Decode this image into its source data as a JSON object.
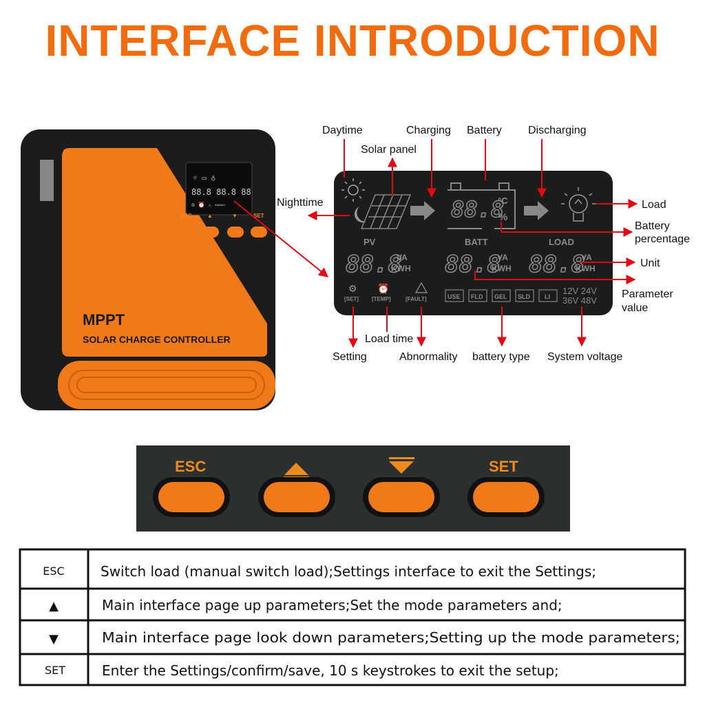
{
  "title": "INTERFACE INTRODUCTION",
  "device": {
    "brand": "MPPT",
    "subtitle": "SOLAR CHARGE CONTROLLER",
    "buttons": [
      "ESC",
      "▲",
      "▼",
      "SET"
    ]
  },
  "lcd": {
    "digits": "88.8",
    "celsius": "°C",
    "percent": "%",
    "sections": [
      "PV",
      "BATT",
      "LOAD"
    ],
    "unit_va": "VA",
    "unit_kwh": "KWH",
    "indicators": [
      "[SET]",
      "[TEMP]",
      "[FAULT]"
    ],
    "battery_types": [
      "USE",
      "FLD",
      "GEL",
      "SLD",
      "LI"
    ],
    "voltages": [
      "12V 24V",
      "36V 48V"
    ]
  },
  "labels": {
    "daytime": "Daytime",
    "solar_panel": "Solar panel",
    "charging": "Charging",
    "battery": "Battery",
    "discharging": "Discharging",
    "nighttime": "Nighttime",
    "load": "Load",
    "battery_percentage_1": "Battery",
    "battery_percentage_2": "percentage",
    "unit": "Unit",
    "parameter_value_1": "Parameter",
    "parameter_value_2": "value",
    "load_time": "Load time",
    "setting": "Setting",
    "abnormality": "Abnormality",
    "battery_type": "battery type",
    "system_voltage": "System voltage"
  },
  "button_panel": {
    "labels": [
      "ESC",
      "SET"
    ]
  },
  "table": {
    "rows": [
      {
        "key": "ESC",
        "desc": "Switch load (manual switch load);Settings interface to exit the Settings;"
      },
      {
        "key": "▲",
        "desc": "Main interface page up parameters;Set the mode parameters and;"
      },
      {
        "key": "▼",
        "desc": "Main interface page look down parameters;Setting up the mode parameters;"
      },
      {
        "key": "SET",
        "desc": "Enter the Settings/confirm/save,  10 s keystrokes to exit the setup;"
      }
    ]
  },
  "colors": {
    "accent": "#f26b0f",
    "arrow": "#e30613",
    "lcd_bg": "#1b1d1d",
    "panel_bg": "#2b302e"
  }
}
